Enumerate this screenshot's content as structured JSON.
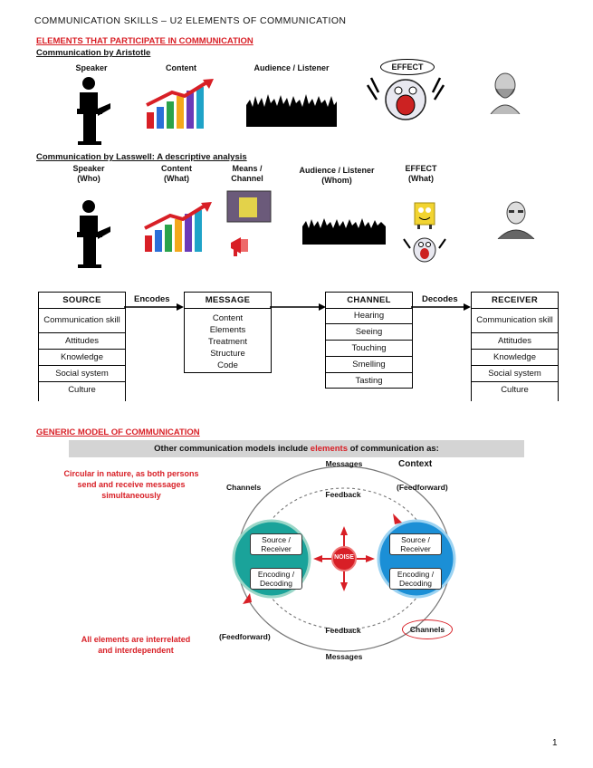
{
  "header": "COMMUNICATION SKILLS – U2 ELEMENTS OF COMMUNICATION",
  "section1": {
    "title": "ELEMENTS THAT PARTICIPATE IN COMMUNICATION",
    "aristotle": {
      "subtitle": "Communication by Aristotle",
      "labels": [
        "Speaker",
        "Content",
        "Audience / Listener",
        "EFFECT"
      ]
    },
    "lasswell": {
      "subtitle": "Communication by Lasswell: A descriptive analysis",
      "labels": [
        {
          "line1": "Speaker",
          "line2": "(Who)"
        },
        {
          "line1": "Content",
          "line2": "(What)"
        },
        {
          "line1": "Means /",
          "line2": "Channel"
        },
        {
          "line1": "Audience / Listener",
          "line2": "(Whom)"
        },
        {
          "line1": "EFFECT",
          "line2": "(What)"
        }
      ]
    }
  },
  "smcr": {
    "source": {
      "title": "SOURCE",
      "rows": [
        "Communication skill",
        "Attitudes",
        "Knowledge",
        "Social system",
        "Culture"
      ]
    },
    "encodes": "Encodes",
    "message": {
      "title": "MESSAGE",
      "rows": [
        "Content",
        "Elements",
        "Treatment",
        "Structure",
        "Code"
      ]
    },
    "channel": {
      "title": "CHANNEL",
      "rows": [
        "Hearing",
        "Seeing",
        "Touching",
        "Smelling",
        "Tasting"
      ]
    },
    "decodes": "Decodes",
    "receiver": {
      "title": "RECEIVER",
      "rows": [
        "Communication skill",
        "Attitudes",
        "Knowledge",
        "Social system",
        "Culture"
      ]
    }
  },
  "generic": {
    "title": "GENERIC MODEL OF COMMUNICATION",
    "banner_pre": "Other communication models include ",
    "banner_hl": "elements",
    "banner_post": " of communication as:",
    "note_top": "Circular in nature, as both persons send and receive messages simultaneously",
    "note_bottom": "All elements are interrelated and interdependent",
    "diagram": {
      "messages_top": "Messages",
      "context": "Context",
      "channels_left": "Channels",
      "feedback_top": "Feedback",
      "feedforward_right": "(Feedforward)",
      "source_receiver": "Source / Receiver",
      "encoding_decoding": "Encoding / Decoding",
      "noise": "NOISE",
      "feedback_bottom": "Feedback",
      "channels_right": "Channels",
      "feedforward_left": "(Feedforward)",
      "messages_bottom": "Messages"
    }
  },
  "page_number": "1",
  "colors": {
    "accent_red": "#d81f26",
    "banner_gray": "#d4d4d4",
    "circle_teal": "#1aa39a",
    "circle_blue": "#1b8fd6"
  }
}
